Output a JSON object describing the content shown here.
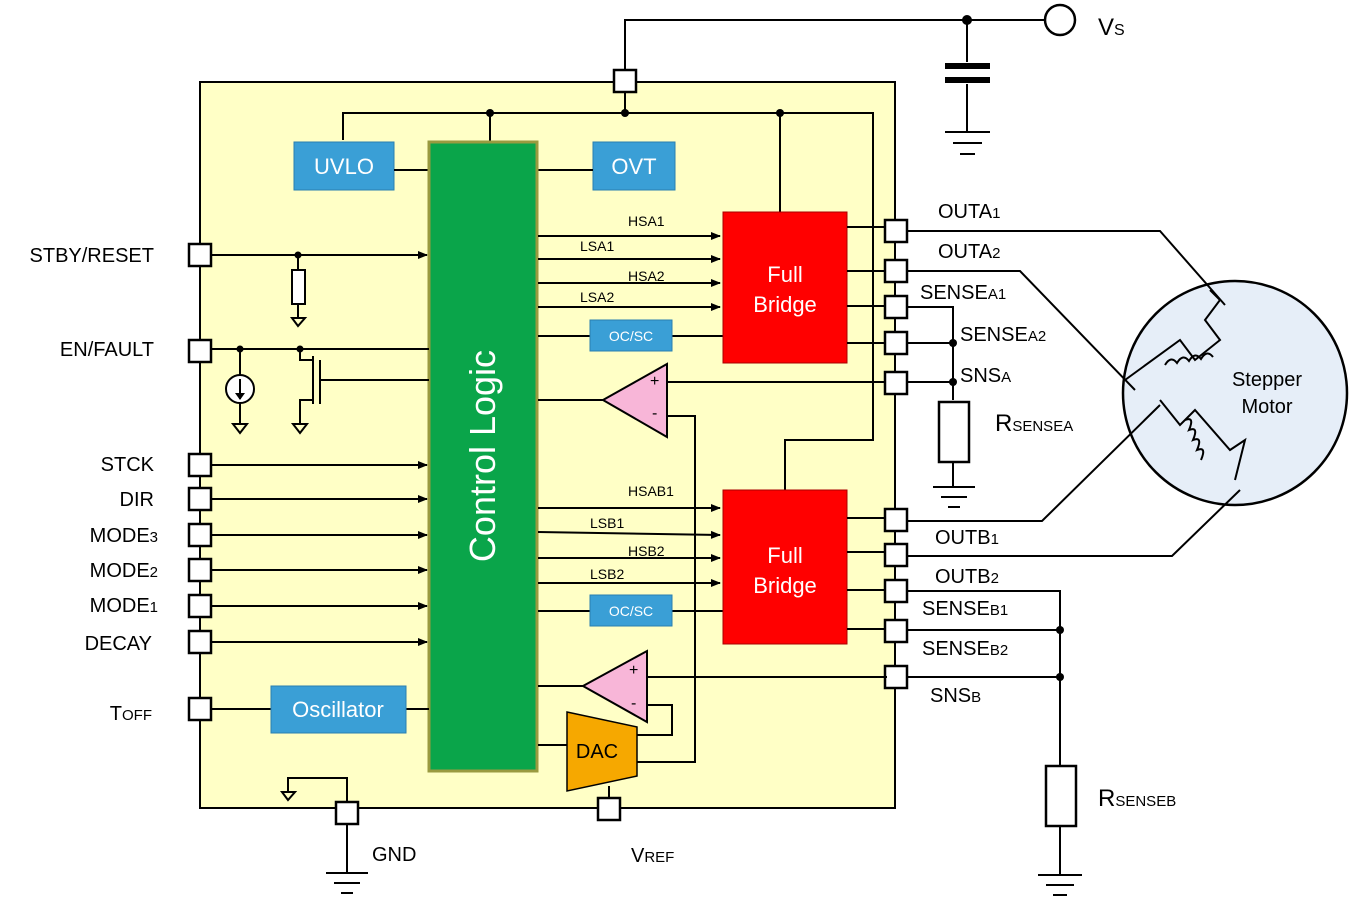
{
  "colors": {
    "chip_bg": "#ffffc6",
    "control_logic": "#0aa54a",
    "full_bridge": "#ff0000",
    "blue_block": "#3a9fd6",
    "comparator": "#f8b6d8",
    "dac": "#f6a800",
    "motor_bg": "#e6eef8"
  },
  "blocks": {
    "uvlo": "UVLO",
    "ovt": "OVT",
    "control_logic": "Control Logic",
    "bridge_a_l1": "Full",
    "bridge_a_l2": "Bridge",
    "bridge_b_l1": "Full",
    "bridge_b_l2": "Bridge",
    "ocsc_a": "OC/SC",
    "ocsc_b": "OC/SC",
    "oscillator": "Oscillator",
    "dac": "DAC",
    "motor_l1": "Stepper",
    "motor_l2": "Motor"
  },
  "comparator_signs": {
    "plus": "+",
    "minus": "-"
  },
  "signals": {
    "hsa1": "HSA1",
    "lsa1": "LSA1",
    "hsa2": "HSA2",
    "lsa2": "LSA2",
    "hsab1": "HSAB1",
    "lsb1": "LSB1",
    "hsb2": "HSB2",
    "lsb2": "LSB2"
  },
  "left_pins": {
    "stby": "STBY/RESET",
    "en": "EN/FAULT",
    "stck": "STCK",
    "dir": "DIR",
    "mode3": {
      "main": "MODE",
      "sub": "3"
    },
    "mode2": {
      "main": "MODE",
      "sub": "2"
    },
    "mode1": {
      "main": "MODE",
      "sub": "1"
    },
    "decay": "DECAY",
    "toff": {
      "main": "T",
      "sub": "OFF"
    }
  },
  "right_pins": {
    "outa1": {
      "main": "OUTA",
      "sub": "1"
    },
    "outa2": {
      "main": "OUTA",
      "sub": "2"
    },
    "sensea1": {
      "main": "SENSE",
      "sub": "A1"
    },
    "sensea2": {
      "main": "SENSE",
      "sub": "A2"
    },
    "snsa": {
      "main": "SNS",
      "sub": "A"
    },
    "outb1": {
      "main": "OUTB",
      "sub": "1"
    },
    "outb2": {
      "main": "OUTB",
      "sub": "2"
    },
    "senseb1": {
      "main": "SENSE",
      "sub": "B1"
    },
    "senseb2": {
      "main": "SENSE",
      "sub": "B2"
    },
    "snsb": {
      "main": "SNS",
      "sub": "B"
    }
  },
  "bottom_pins": {
    "gnd": "GND",
    "vref": {
      "main": "V",
      "sub": "REF"
    }
  },
  "supply": {
    "main": "V",
    "sub": "S"
  },
  "resistors": {
    "rsensea": {
      "main": "R",
      "sub": "SENSEA"
    },
    "rsenseb": {
      "main": "R",
      "sub": "SENSEB"
    }
  }
}
